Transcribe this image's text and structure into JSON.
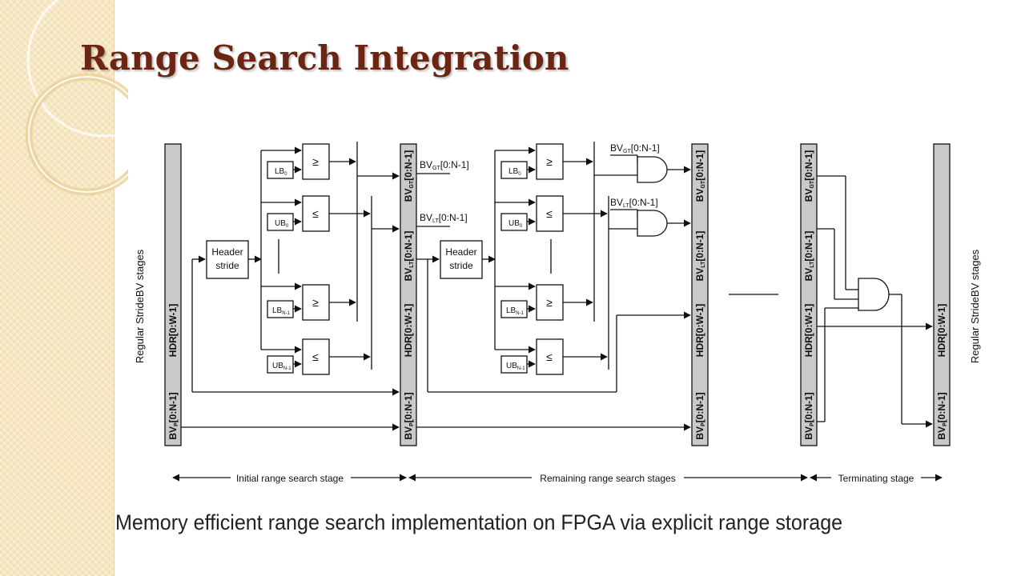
{
  "slide": {
    "title": "Range Search Integration",
    "caption": "Memory efficient range search implementation on FPGA via explicit range storage"
  },
  "diagram": {
    "left_side_label": "Regular StrideBV stages",
    "right_side_label": "Regular StrideBV stages",
    "bus_hdr": "HDR[0:W-1]",
    "bus_bvp": "BV",
    "bus_bvp_sub": "P",
    "bus_bvp_range": "[0:N-1]",
    "bus_bvgt": "BV",
    "bus_bvgt_sub": "GT",
    "bus_bvgt_range": "[0:N-1]",
    "bus_bvlt": "BV",
    "bus_bvlt_sub": "LT",
    "bus_bvlt_range": "[0:N-1]",
    "header_stride_line1": "Header",
    "header_stride_line2": "stride",
    "comparator_ge": "≥",
    "comparator_le": "≤",
    "lb0": "LB",
    "lb0_sub": "0",
    "ub0": "UB",
    "ub0_sub": "0",
    "lbn": "LB",
    "lbn_sub": "N-1",
    "ubn": "UB",
    "ubn_sub": "N-1",
    "stage_initial": "Initial range search stage",
    "stage_remaining": "Remaining range search stages",
    "stage_terminating": "Terminating stage"
  }
}
